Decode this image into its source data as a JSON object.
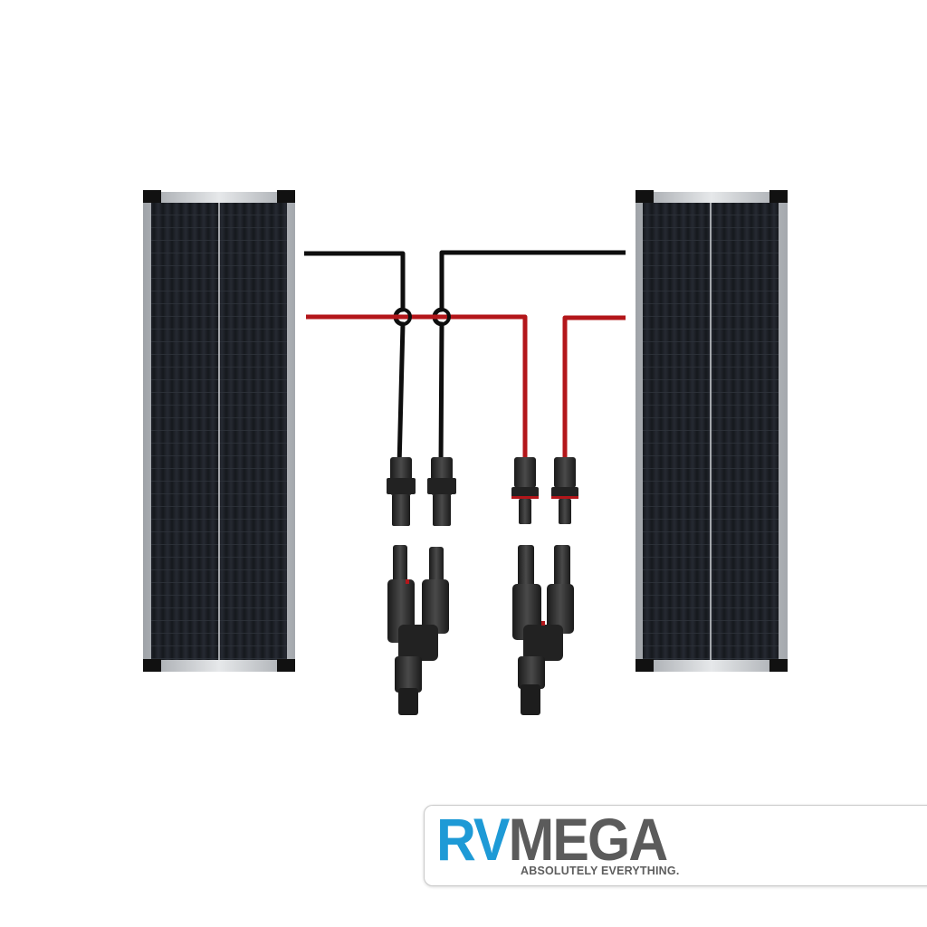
{
  "brand": {
    "logo_part_1": "RV",
    "logo_part_2": "MEGA",
    "tagline": "ABSOLUTELY EVERYTHING.",
    "color_rv": "#1e9ad6",
    "color_mega": "#5b5b5b"
  },
  "colors": {
    "panel_cell": "#1c1f25",
    "panel_frame": "#c7c9cc",
    "wire_negative": "#111111",
    "wire_positive": "#b3161a",
    "connector": "#2a2a2a"
  }
}
